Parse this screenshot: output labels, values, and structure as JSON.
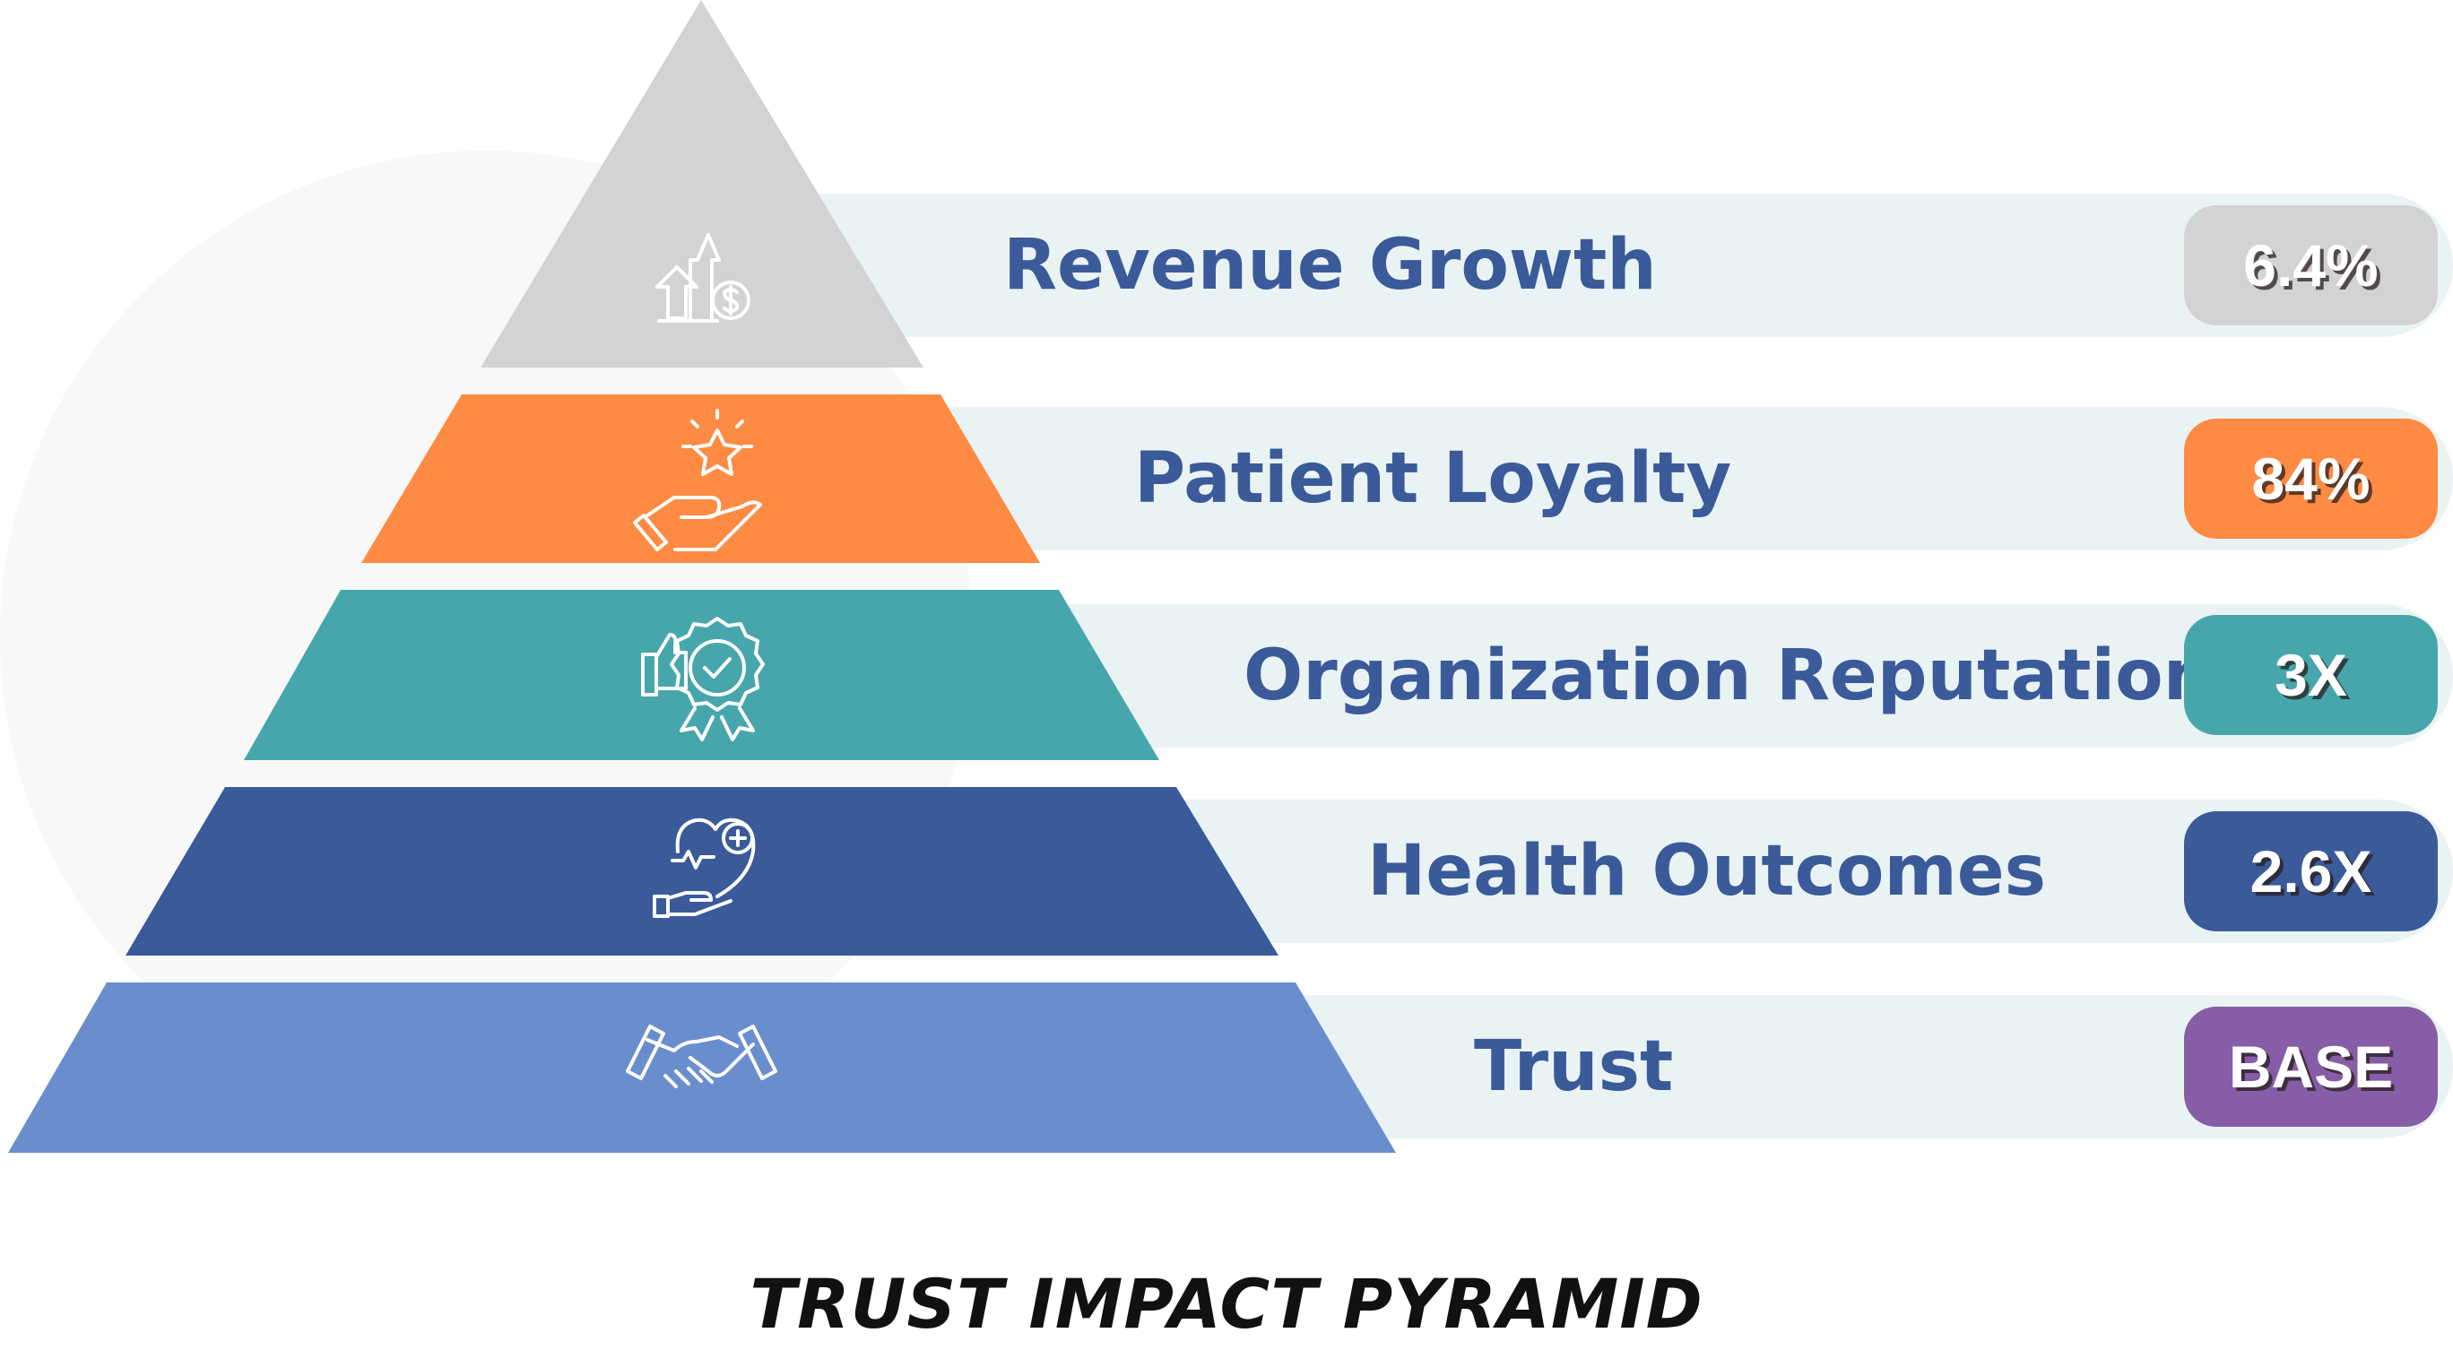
{
  "title": "TRUST IMPACT PYRAMID",
  "tiers": [
    {
      "label": "Revenue Growth",
      "value": "6.4%",
      "color": "#d3d3d3",
      "icon": "revenue-growth-icon"
    },
    {
      "label": "Patient Loyalty",
      "value": "84%",
      "color": "#fe8b43",
      "icon": "hand-star-icon"
    },
    {
      "label": "Organization Reputation",
      "value": "3X",
      "color": "#46a6ab",
      "icon": "award-thumbs-up-icon"
    },
    {
      "label": "Health Outcomes",
      "value": "2.6X",
      "color": "#3a5a9a",
      "icon": "hand-heart-icon"
    },
    {
      "label": "Trust",
      "value": "BASE",
      "color": "#6a8ecd",
      "badge_color": "#865da6",
      "icon": "handshake-icon"
    }
  ],
  "colors": {
    "label_text": "#3a5a9a",
    "band": "#eaf3f4"
  }
}
